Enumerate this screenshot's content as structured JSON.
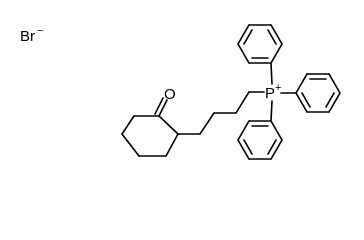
{
  "counterion": {
    "label": "Br",
    "charge": "−"
  },
  "carbonyl_oxygen": {
    "label": "O"
  },
  "phosphonium": {
    "label": "P",
    "charge": "+"
  }
}
